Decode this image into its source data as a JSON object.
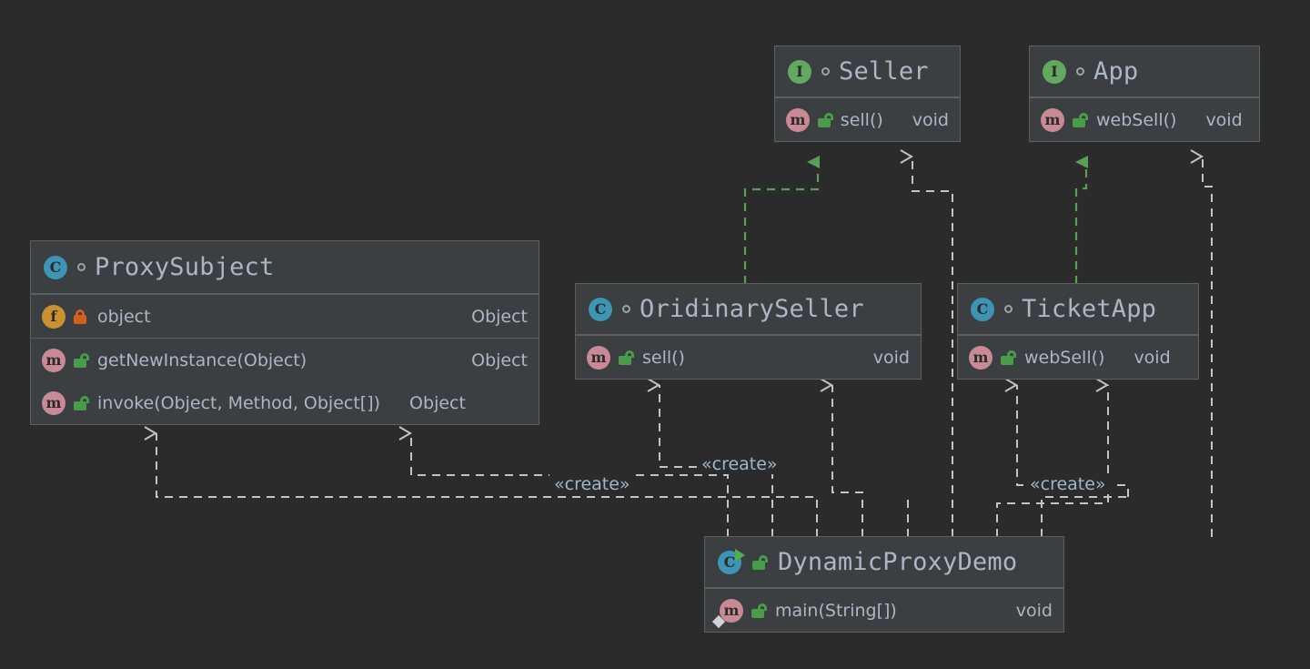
{
  "theme": {
    "background": "#2b2b2b",
    "box_fill": "#3c3f41",
    "box_border": "#5e6060",
    "text": "#a9b7c6",
    "realization_green": "#5a9e5a",
    "dependency_gray": "#c0c4c8",
    "label_blue": "#9fb5d0",
    "icon_class_blue": "#3d95b3",
    "icon_interface_green": "#63a860",
    "icon_field_orange": "#c9922e",
    "icon_method_pink": "#c98a96",
    "lock_private_orange": "#d2601a",
    "lock_public_green": "#499c48"
  },
  "diagram": {
    "kind": "uml-class-diagram",
    "classes": [
      {
        "id": "seller",
        "name": "Seller",
        "stereotype_icon": "interface-icon",
        "visibility_icon": "modifier-dot-icon",
        "members": [
          {
            "icon": "method-icon",
            "lock": "public-unlocked-icon",
            "name": "sell()",
            "type": "void"
          }
        ]
      },
      {
        "id": "app",
        "name": "App",
        "stereotype_icon": "interface-icon",
        "visibility_icon": "modifier-dot-icon",
        "members": [
          {
            "icon": "method-icon",
            "lock": "public-unlocked-icon",
            "name": "webSell()",
            "type": "void"
          }
        ]
      },
      {
        "id": "proxysubject",
        "name": "ProxySubject",
        "stereotype_icon": "class-icon",
        "visibility_icon": "modifier-dot-icon",
        "fields": [
          {
            "icon": "field-icon",
            "lock": "private-locked-icon",
            "name": "object",
            "type": "Object"
          }
        ],
        "members": [
          {
            "icon": "method-icon",
            "lock": "public-unlocked-icon",
            "name": "getNewInstance(Object)",
            "type": "Object"
          },
          {
            "icon": "method-icon",
            "lock": "public-unlocked-icon",
            "name": "invoke(Object, Method, Object[])",
            "type": "Object"
          }
        ]
      },
      {
        "id": "oridinaryseller",
        "name": "OridinarySeller",
        "stereotype_icon": "class-icon",
        "visibility_icon": "modifier-dot-icon",
        "members": [
          {
            "icon": "method-icon",
            "lock": "public-unlocked-icon",
            "name": "sell()",
            "type": "void"
          }
        ]
      },
      {
        "id": "ticketapp",
        "name": "TicketApp",
        "stereotype_icon": "class-icon",
        "visibility_icon": "modifier-dot-icon",
        "members": [
          {
            "icon": "method-icon",
            "lock": "public-unlocked-icon",
            "name": "webSell()",
            "type": "void"
          }
        ]
      },
      {
        "id": "dynamicproxydemo",
        "name": "DynamicProxyDemo",
        "stereotype_icon": "runnable-class-icon",
        "visibility_icon": "public-unlocked-icon",
        "members": [
          {
            "icon": "main-method-icon",
            "lock": "public-unlocked-icon",
            "name": "main(String[])",
            "type": "void"
          }
        ]
      }
    ],
    "relations": [
      {
        "from": "oridinaryseller",
        "to": "seller",
        "kind": "realization",
        "label": ""
      },
      {
        "from": "ticketapp",
        "to": "app",
        "kind": "realization",
        "label": ""
      },
      {
        "from": "dynamicproxydemo",
        "to": "seller",
        "kind": "dependency",
        "label": ""
      },
      {
        "from": "dynamicproxydemo",
        "to": "app",
        "kind": "dependency",
        "label": ""
      },
      {
        "from": "dynamicproxydemo",
        "to": "oridinaryseller",
        "kind": "dependency",
        "label": "«create»"
      },
      {
        "from": "dynamicproxydemo",
        "to": "oridinaryseller",
        "kind": "dependency",
        "label": ""
      },
      {
        "from": "dynamicproxydemo",
        "to": "ticketapp",
        "kind": "dependency",
        "label": "«create»"
      },
      {
        "from": "dynamicproxydemo",
        "to": "ticketapp",
        "kind": "dependency",
        "label": ""
      },
      {
        "from": "dynamicproxydemo",
        "to": "proxysubject",
        "kind": "dependency",
        "label": "«create»"
      },
      {
        "from": "dynamicproxydemo",
        "to": "proxysubject",
        "kind": "dependency",
        "label": ""
      }
    ],
    "labels": {
      "create_left": "«create»",
      "create_mid": "«create»",
      "create_right": "«create»"
    }
  }
}
